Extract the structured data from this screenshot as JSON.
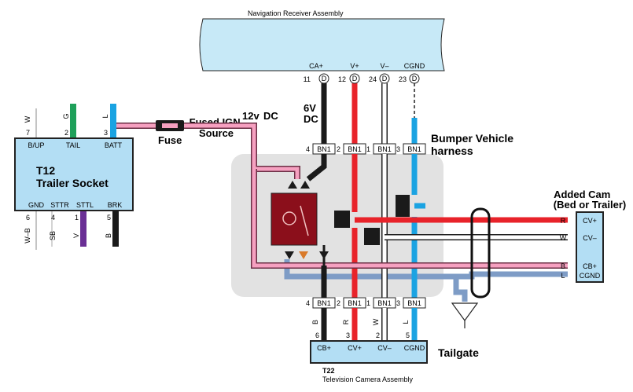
{
  "navigation_receiver": {
    "title": "Navigation Receiver Assembly",
    "pins": [
      {
        "label": "CA+",
        "number": "11",
        "type": "D"
      },
      {
        "label": "V+",
        "number": "12",
        "type": "D"
      },
      {
        "label": "V–",
        "number": "24",
        "type": "D"
      },
      {
        "label": "CGND",
        "number": "23",
        "type": "D"
      }
    ]
  },
  "trailer_socket": {
    "id": "T12",
    "name": "Trailer Socket",
    "top_pins": [
      {
        "label": "B/UP",
        "number": "7",
        "wire": "W"
      },
      {
        "label": "TAIL",
        "number": "2",
        "wire": "G"
      },
      {
        "label": "BATT",
        "number": "3",
        "wire": "L"
      }
    ],
    "bottom_pins": [
      {
        "label": "GND",
        "number": "6",
        "wire": "W–B"
      },
      {
        "label": "STTR",
        "number": "4",
        "wire": "SB"
      },
      {
        "label": "STTL",
        "number": "1",
        "wire": "V"
      },
      {
        "label": "BRK",
        "number": "5",
        "wire": "B"
      }
    ]
  },
  "fuse_label": "Fuse",
  "fused_ign_label": "Fused IGN\nSource",
  "voltage_12": "12v",
  "dc_label": "DC",
  "voltage_6": "6V\nDC",
  "bumper_label": "Bumper Vehicle\nharness",
  "connector_label": "BN1",
  "upper_connectors": [
    {
      "pin": "4"
    },
    {
      "pin": "2"
    },
    {
      "pin": "1"
    },
    {
      "pin": "3"
    }
  ],
  "lower_connectors": [
    {
      "pin": "4"
    },
    {
      "pin": "2"
    },
    {
      "pin": "1"
    },
    {
      "pin": "3"
    }
  ],
  "added_cam": {
    "title": "Added Cam\n(Bed or Trailer)",
    "pins": [
      "CV+",
      "CV–",
      "CB+",
      "CGND"
    ],
    "wire_codes": [
      "R",
      "W",
      "B",
      "L"
    ]
  },
  "tv_camera": {
    "id": "T22",
    "name": "Television Camera Assembly",
    "pins": [
      {
        "label": "CB+",
        "number": "6",
        "wire": "B"
      },
      {
        "label": "CV+",
        "number": "3",
        "wire": "R"
      },
      {
        "label": "CV–",
        "number": "2",
        "wire": "W"
      },
      {
        "label": "CGND",
        "number": "5",
        "wire": "L"
      }
    ]
  },
  "tailgate_label": "Tailgate",
  "colors": {
    "nav_box": "#c7e9f7",
    "module_box": "#b3def4",
    "relay_body": "#8b0f1b",
    "black_wire": "#1a1a1a",
    "red_wire": "#e8232a",
    "white_wire": "#ffffff",
    "blue_wire": "#1aa3e2",
    "pink_wire": "#f6a0c0",
    "steel_wire": "#7e9cc6",
    "green_wire": "#1ea05a",
    "violet_wire": "#6a2f95",
    "grey_panel": "#e2e2e2"
  }
}
